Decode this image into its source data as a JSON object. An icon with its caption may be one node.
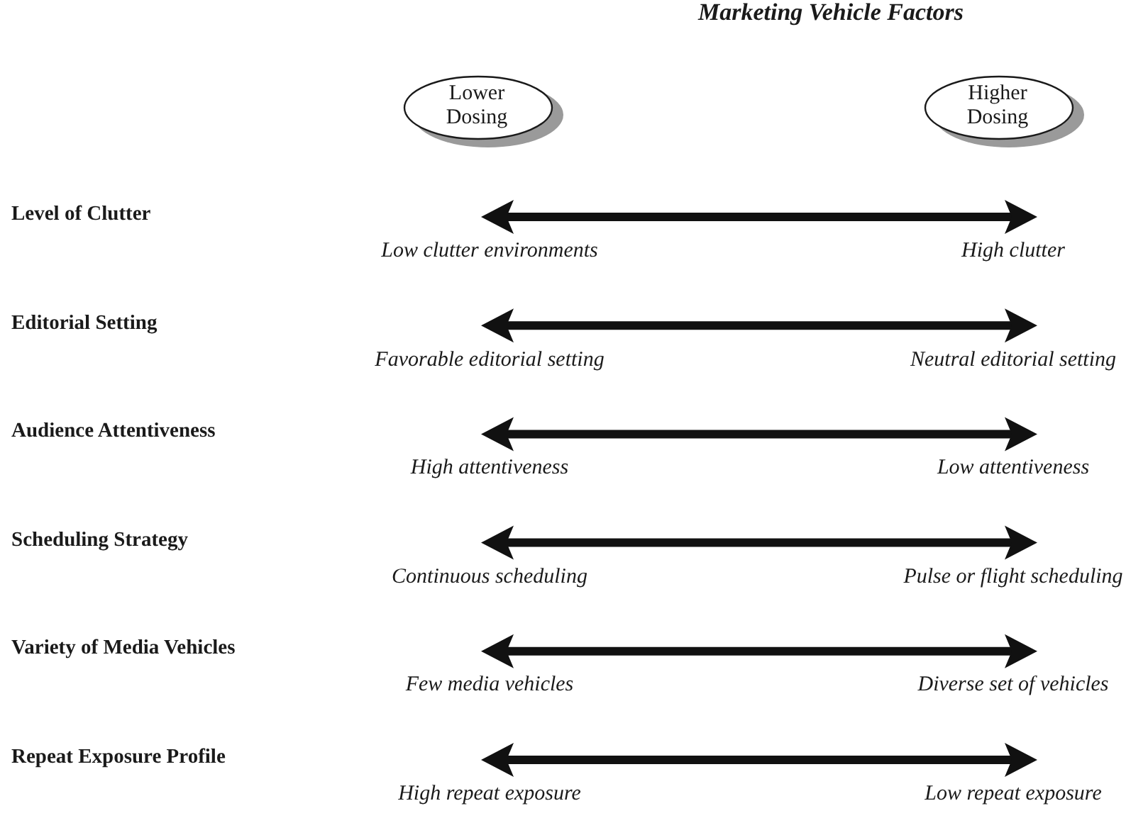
{
  "diagram": {
    "title": "Marketing Vehicle Factors",
    "nodes": [
      {
        "text": [
          "Lower Dosing"
        ]
      },
      {
        "text": [
          "Higher Dosing"
        ]
      }
    ],
    "labels": [
      "Level of Clutter",
      "Low clutter environments",
      "High clutter",
      "Editorial Setting",
      "Favorable editorial setting",
      "Neutral editorial setting",
      "Audience Attentiveness",
      "High attentiveness",
      "Low attentiveness",
      "Scheduling Strategy",
      "Continuous scheduling",
      "Pulse or flight scheduling",
      "Variety of Media Vehicles",
      "Few media vehicles",
      "Diverse set of vehicles",
      "Repeat Exposure Profile",
      "High repeat exposure",
      "Low repeat exposure"
    ]
  }
}
